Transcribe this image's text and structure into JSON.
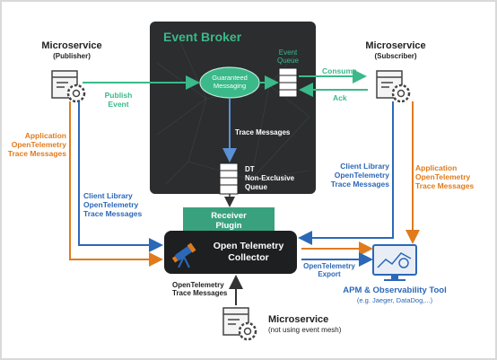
{
  "publisher": {
    "title": "Microservice",
    "subtitle": "(Publisher)"
  },
  "subscriber": {
    "title": "Microservice",
    "subtitle": "(Subscriber)"
  },
  "broker": {
    "title": "Event Broker",
    "guaranteed_line1": "Guaranteed",
    "guaranteed_line2": "Messaging",
    "event_queue_line1": "Event",
    "event_queue_line2": "Queue",
    "trace_messages": "Trace Messages",
    "dt_queue_line1": "DT",
    "dt_queue_line2": "Non-Exclusive",
    "dt_queue_line3": "Queue"
  },
  "flows": {
    "publish_line1": "Publish",
    "publish_line2": "Event",
    "consume": "Consume",
    "ack": "Ack",
    "app_otel_left": [
      "Application",
      "OpenTelemetry",
      "Trace Messages"
    ],
    "client_lib_left": [
      "Client Library",
      "OpenTelemetry",
      "Trace Messages"
    ],
    "client_lib_right": [
      "Client Library",
      "OpenTelemetry",
      "Trace Messages"
    ],
    "app_otel_right": [
      "Application",
      "OpenTelemetry",
      "Trace Messages"
    ],
    "otel_export": [
      "OpenTelemetry",
      "Export"
    ],
    "otel_trace_bottom": [
      "OpenTelemetry",
      "Trace Messages"
    ]
  },
  "receiver": {
    "line1": "Receiver",
    "line2": "Plugin"
  },
  "collector": {
    "line1": "Open Telemetry",
    "line2": "Collector"
  },
  "apm": {
    "title": "APM & Observability Tool",
    "subtitle": "(e.g. Jaeger, DataDog,...)"
  },
  "bottom_service": {
    "title": "Microservice",
    "subtitle": "(not using event mesh)"
  },
  "colors": {
    "green": "#3bb98a",
    "blue": "#2c68b8",
    "orange": "#e07b1d",
    "broker_bg": "#2b2d2f",
    "receiver_bg": "#3aa17f",
    "collector_bg": "#1e1f21"
  }
}
